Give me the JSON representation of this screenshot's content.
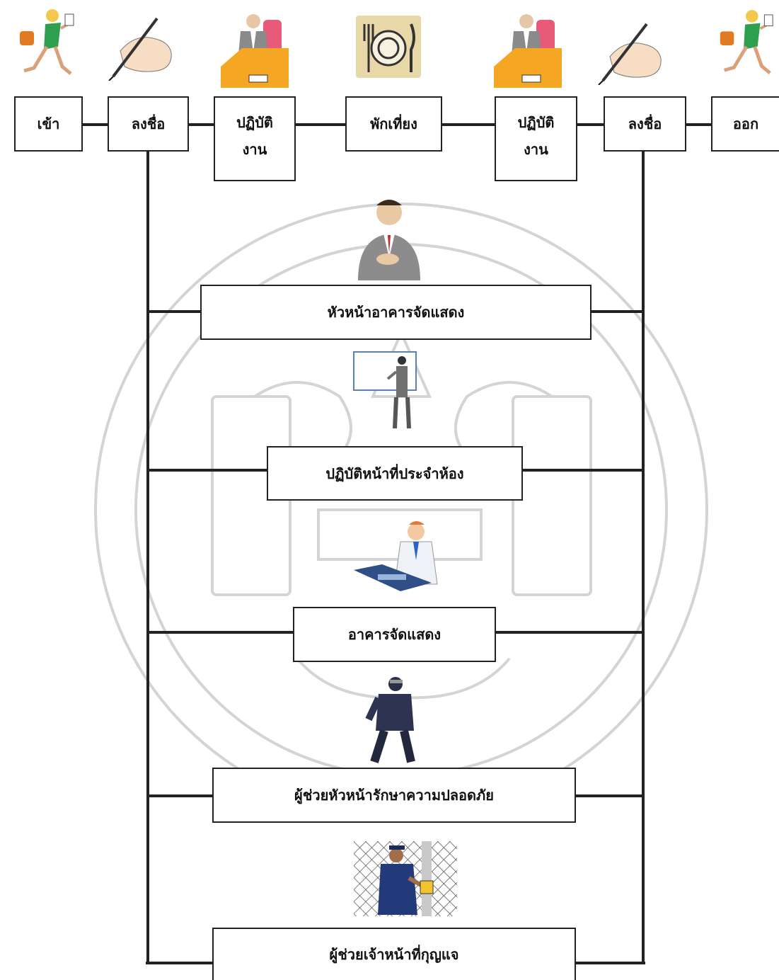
{
  "timeline": {
    "enter": "เข้า",
    "sign_in": "ลงชื่อ",
    "work_am_line1": "ปฏิบัติ",
    "work_am_line2": "งาน",
    "lunch": "พักเที่ยง",
    "work_pm_line1": "ปฏิบัติ",
    "work_pm_line2": "งาน",
    "sign_out": "ลงชื่อ",
    "exit": "ออก"
  },
  "roles": {
    "head": "หัวหน้าอาคารจัดแสดง",
    "room_duty": "ปฏิบัติหน้าที่ประจำห้อง",
    "exhibition_building": "อาคารจัดแสดง",
    "security_assistant": "ผู้ช่วยหัวหน้ารักษาความปลอดภัย",
    "key_assistant": "ผู้ช่วยเจ้าหน้าที่กุญแจ"
  },
  "icons": {
    "enter": "running-woman-icon",
    "sign_in": "hand-writing-icon",
    "work_am": "man-at-desk-icon",
    "lunch": "plate-fork-knife-icon",
    "work_pm": "man-at-desk-icon",
    "sign_out": "hand-writing-icon",
    "exit": "running-woman-icon",
    "head": "businessman-icon",
    "room_duty": "presenter-icon",
    "exhibition_building": "man-at-computer-icon",
    "security_assistant": "security-guard-icon",
    "key_assistant": "police-gate-lock-icon",
    "watermark": "university-seal-watermark"
  },
  "colors": {
    "line": "#222222",
    "watermark": "#cfcfcf",
    "accent_orange": "#f5a623",
    "suit_gray": "#7a7a7a"
  }
}
